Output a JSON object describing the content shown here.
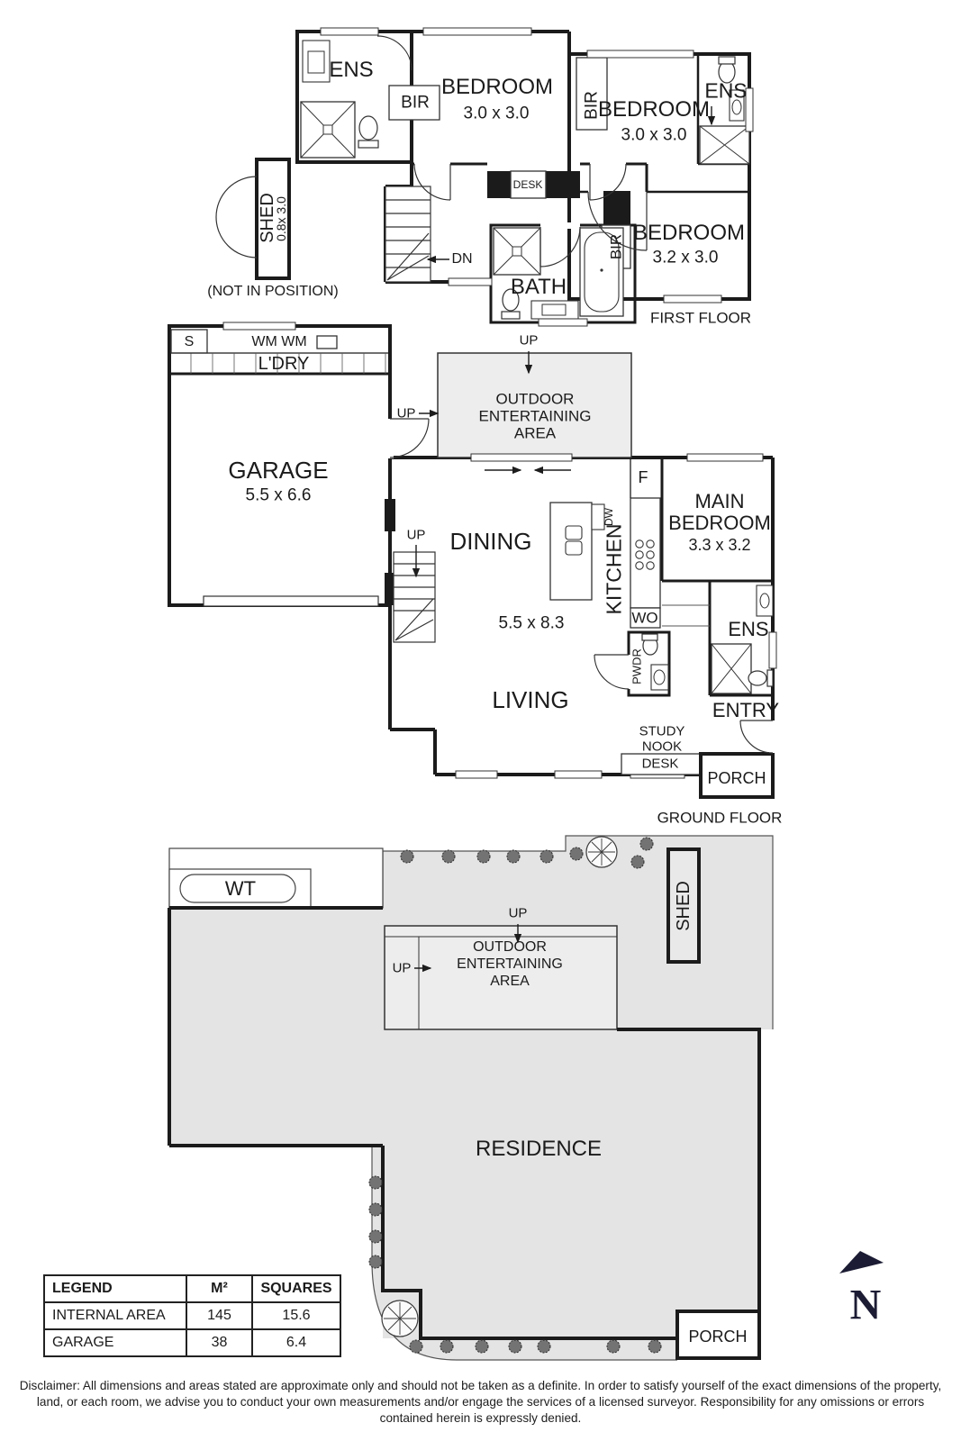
{
  "palette": {
    "wall": "#1b1b1b",
    "site_gray": "#e4e4e4",
    "outdoor_gray": "#ededed",
    "north_navy": "#1c1c34"
  },
  "ff": {
    "title": "FIRST FLOOR",
    "ens1": "ENS",
    "bir1": "BIR",
    "bed1": "BEDROOM",
    "bed1_dim": "3.0 x 3.0",
    "bir2": "BIR",
    "bed2": "BEDROOM",
    "bed2_dim": "3.0 x 3.0",
    "ens2": "ENS",
    "desk": "DESK",
    "dn": "DN",
    "bath": "BATH",
    "bir3": "BIR",
    "bed3": "BEDROOM",
    "bed3_dim": "3.2 x 3.0",
    "shed": "SHED",
    "shed_dim": "0.8x 3.0",
    "shed_note": "(NOT IN POSITION)"
  },
  "gf": {
    "title": "GROUND FLOOR",
    "s": "S",
    "wm": "WM WM",
    "ldry": "L'DRY",
    "garage": "GARAGE",
    "garage_dim": "5.5 x 6.6",
    "up_stairs": "UP",
    "up_deck_top": "UP",
    "up_deck_left": "UP",
    "outdoor1": "OUTDOOR",
    "outdoor2": "ENTERTAINING",
    "outdoor3": "AREA",
    "dining": "DINING",
    "dw": "DW",
    "kitchen": "KITCHEN",
    "fridge": "F",
    "wo": "WO",
    "open_dim": "5.5 x 8.3",
    "living": "LIVING",
    "pwdr": "PWDR",
    "main1": "MAIN",
    "main2": "BEDROOM",
    "main_dim": "3.3 x 3.2",
    "ens": "ENS",
    "entry": "ENTRY",
    "study1": "STUDY",
    "study2": "NOOK",
    "desk": "DESK",
    "porch": "PORCH"
  },
  "site": {
    "wt": "WT",
    "shed": "SHED",
    "up_top": "UP",
    "up_left": "UP",
    "outdoor1": "OUTDOOR",
    "outdoor2": "ENTERTAINING",
    "outdoor3": "AREA",
    "residence": "RESIDENCE",
    "porch": "PORCH",
    "north": "N"
  },
  "legend": {
    "headers": [
      "LEGEND",
      "M²",
      "SQUARES"
    ],
    "rows": [
      [
        "INTERNAL AREA",
        "145",
        "15.6"
      ],
      [
        "GARAGE",
        "38",
        "6.4"
      ]
    ]
  },
  "disclaimer": "Disclaimer: All dimensions and areas stated are approximate only and should not be taken as a definite. In order to satisfy yourself of the exact dimensions of the property, land, or each room, we advise you to conduct your own measurements and/or engage the services of a licensed surveyor. Responsibility for any omissions or errors contained herein is expressly denied."
}
